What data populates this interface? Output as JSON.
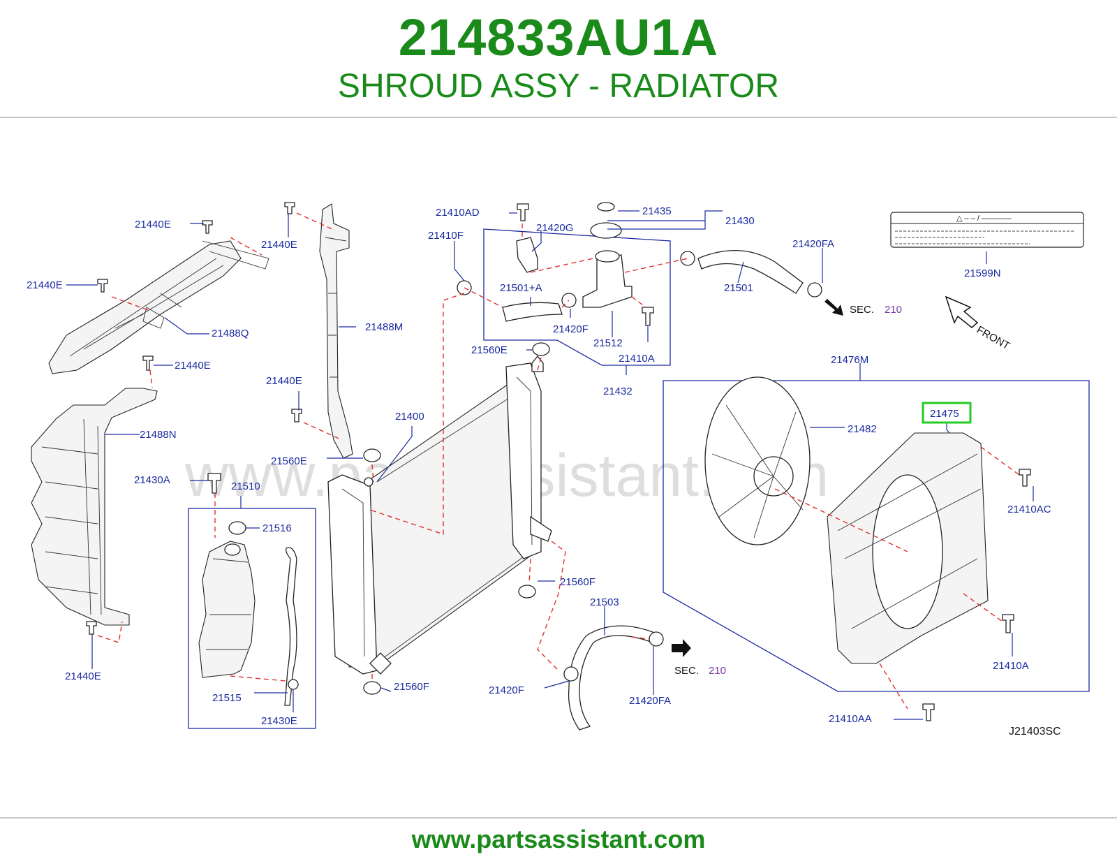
{
  "header": {
    "part_number": "214833AU1A",
    "part_name": "SHROUD ASSY - RADIATOR"
  },
  "footer": {
    "url": "www.partsassistant.com"
  },
  "watermark": "www.partsassistant.com",
  "colors": {
    "brand_green": "#1a8a1a",
    "callout_blue": "#1a2aa0",
    "dash_red": "#e03030",
    "sec_purple": "#7a3aa8",
    "highlight": "#22cc22"
  },
  "diagram": {
    "code": "J21403SC",
    "front_label": "FRONT",
    "sec_label": "SEC.",
    "sec_number": "210",
    "warning_label": {
      "symbol_line": "△ – – / –––––––",
      "part": "21599N"
    },
    "highlighted_part": "21475",
    "callouts": {
      "c21440E_a": "21440E",
      "c21440E_b": "21440E",
      "c21440E_c": "21440E",
      "c21440E_d": "21440E",
      "c21440E_e": "21440E",
      "c21440E_f": "21440E",
      "c21488Q": "21488Q",
      "c21488M": "21488M",
      "c21488N": "21488N",
      "c21430A": "21430A",
      "c21510": "21510",
      "c21516": "21516",
      "c21515": "21515",
      "c21430E": "21430E",
      "c21560E_a": "21560E",
      "c21560E_b": "21560E",
      "c21400": "21400",
      "c21560F_a": "21560F",
      "c21560F_b": "21560F",
      "c21410AD": "21410AD",
      "c21410F": "21410F",
      "c21420G": "21420G",
      "c21501A": "21501+A",
      "c21420F_a": "21420F",
      "c21420F_b": "21420F",
      "c21512": "21512",
      "c21410A_a": "21410A",
      "c21410A_b": "21410A",
      "c21432": "21432",
      "c21435": "21435",
      "c21430": "21430",
      "c21501": "21501",
      "c21420FA_a": "21420FA",
      "c21420FA_b": "21420FA",
      "c21503": "21503",
      "c21476M": "21476M",
      "c21482": "21482",
      "c21410AC": "21410AC",
      "c21410AA": "21410AA"
    }
  }
}
